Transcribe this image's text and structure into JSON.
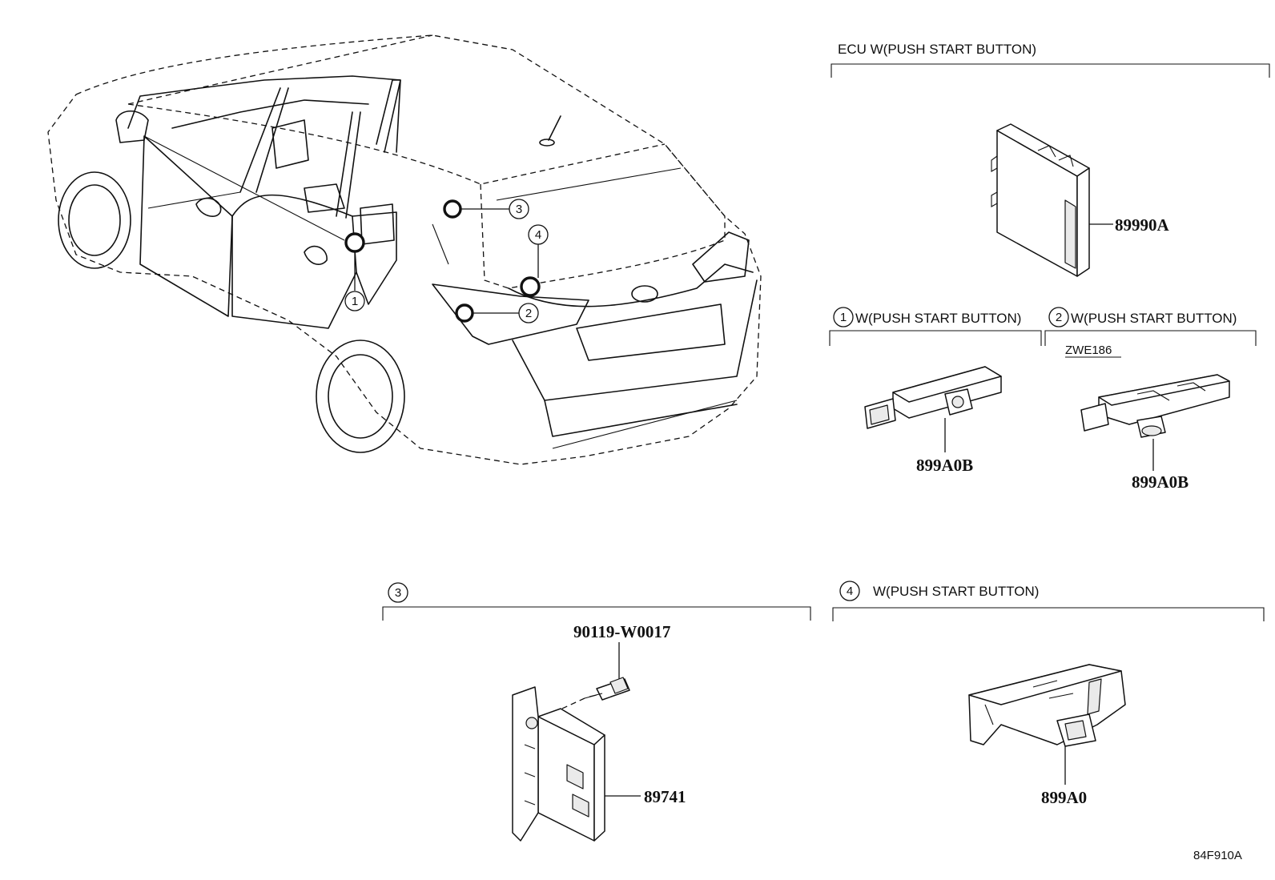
{
  "diagram_id": "84F910A",
  "sections": {
    "ecu": {
      "title": "ECU  W(PUSH START BUTTON)",
      "part": "89990A"
    },
    "s1": {
      "number": "1",
      "title": "W(PUSH START BUTTON)",
      "part": "899A0B"
    },
    "s2": {
      "number": "2",
      "title": "W(PUSH START BUTTON)",
      "code": "ZWE186",
      "part": "899A0B"
    },
    "s3": {
      "number": "3",
      "bolt_part": "90119-W0017",
      "part": "89741"
    },
    "s4": {
      "number": "4",
      "title": "W(PUSH START BUTTON)",
      "part": "899A0"
    }
  },
  "vehicle_callouts": [
    "1",
    "2",
    "3",
    "4"
  ]
}
